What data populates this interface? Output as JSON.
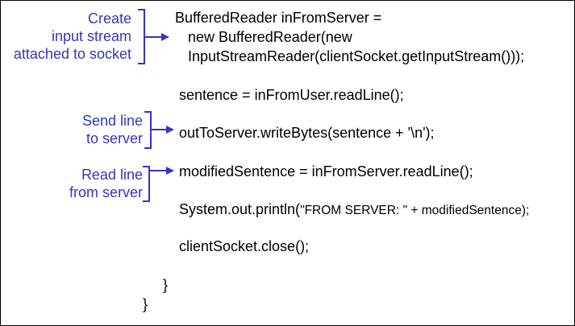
{
  "annotations": {
    "create_stream": [
      "Create",
      "input stream",
      "attached to socket"
    ],
    "send_line": [
      "Send line",
      "to server"
    ],
    "read_line": [
      "Read line",
      "from server"
    ]
  },
  "code": {
    "line1": "BufferedReader inFromServer =",
    "line2": "new BufferedReader(new",
    "line3": "InputStreamReader(clientSocket.getInputStream()));",
    "line4": "sentence = inFromUser.readLine();",
    "line5": "outToServer.writeBytes(sentence + '\\n');",
    "line6": "modifiedSentence = inFromServer.readLine();",
    "line7_start": "System.out.println(",
    "line7_rest": "\"FROM SERVER: \" + modifiedSentence);",
    "line8": "clientSocket.close();",
    "brace_inner": "}",
    "brace_outer": "}"
  },
  "colors": {
    "annotation": "#3535c4",
    "code": "#000000",
    "border": "#000000"
  }
}
